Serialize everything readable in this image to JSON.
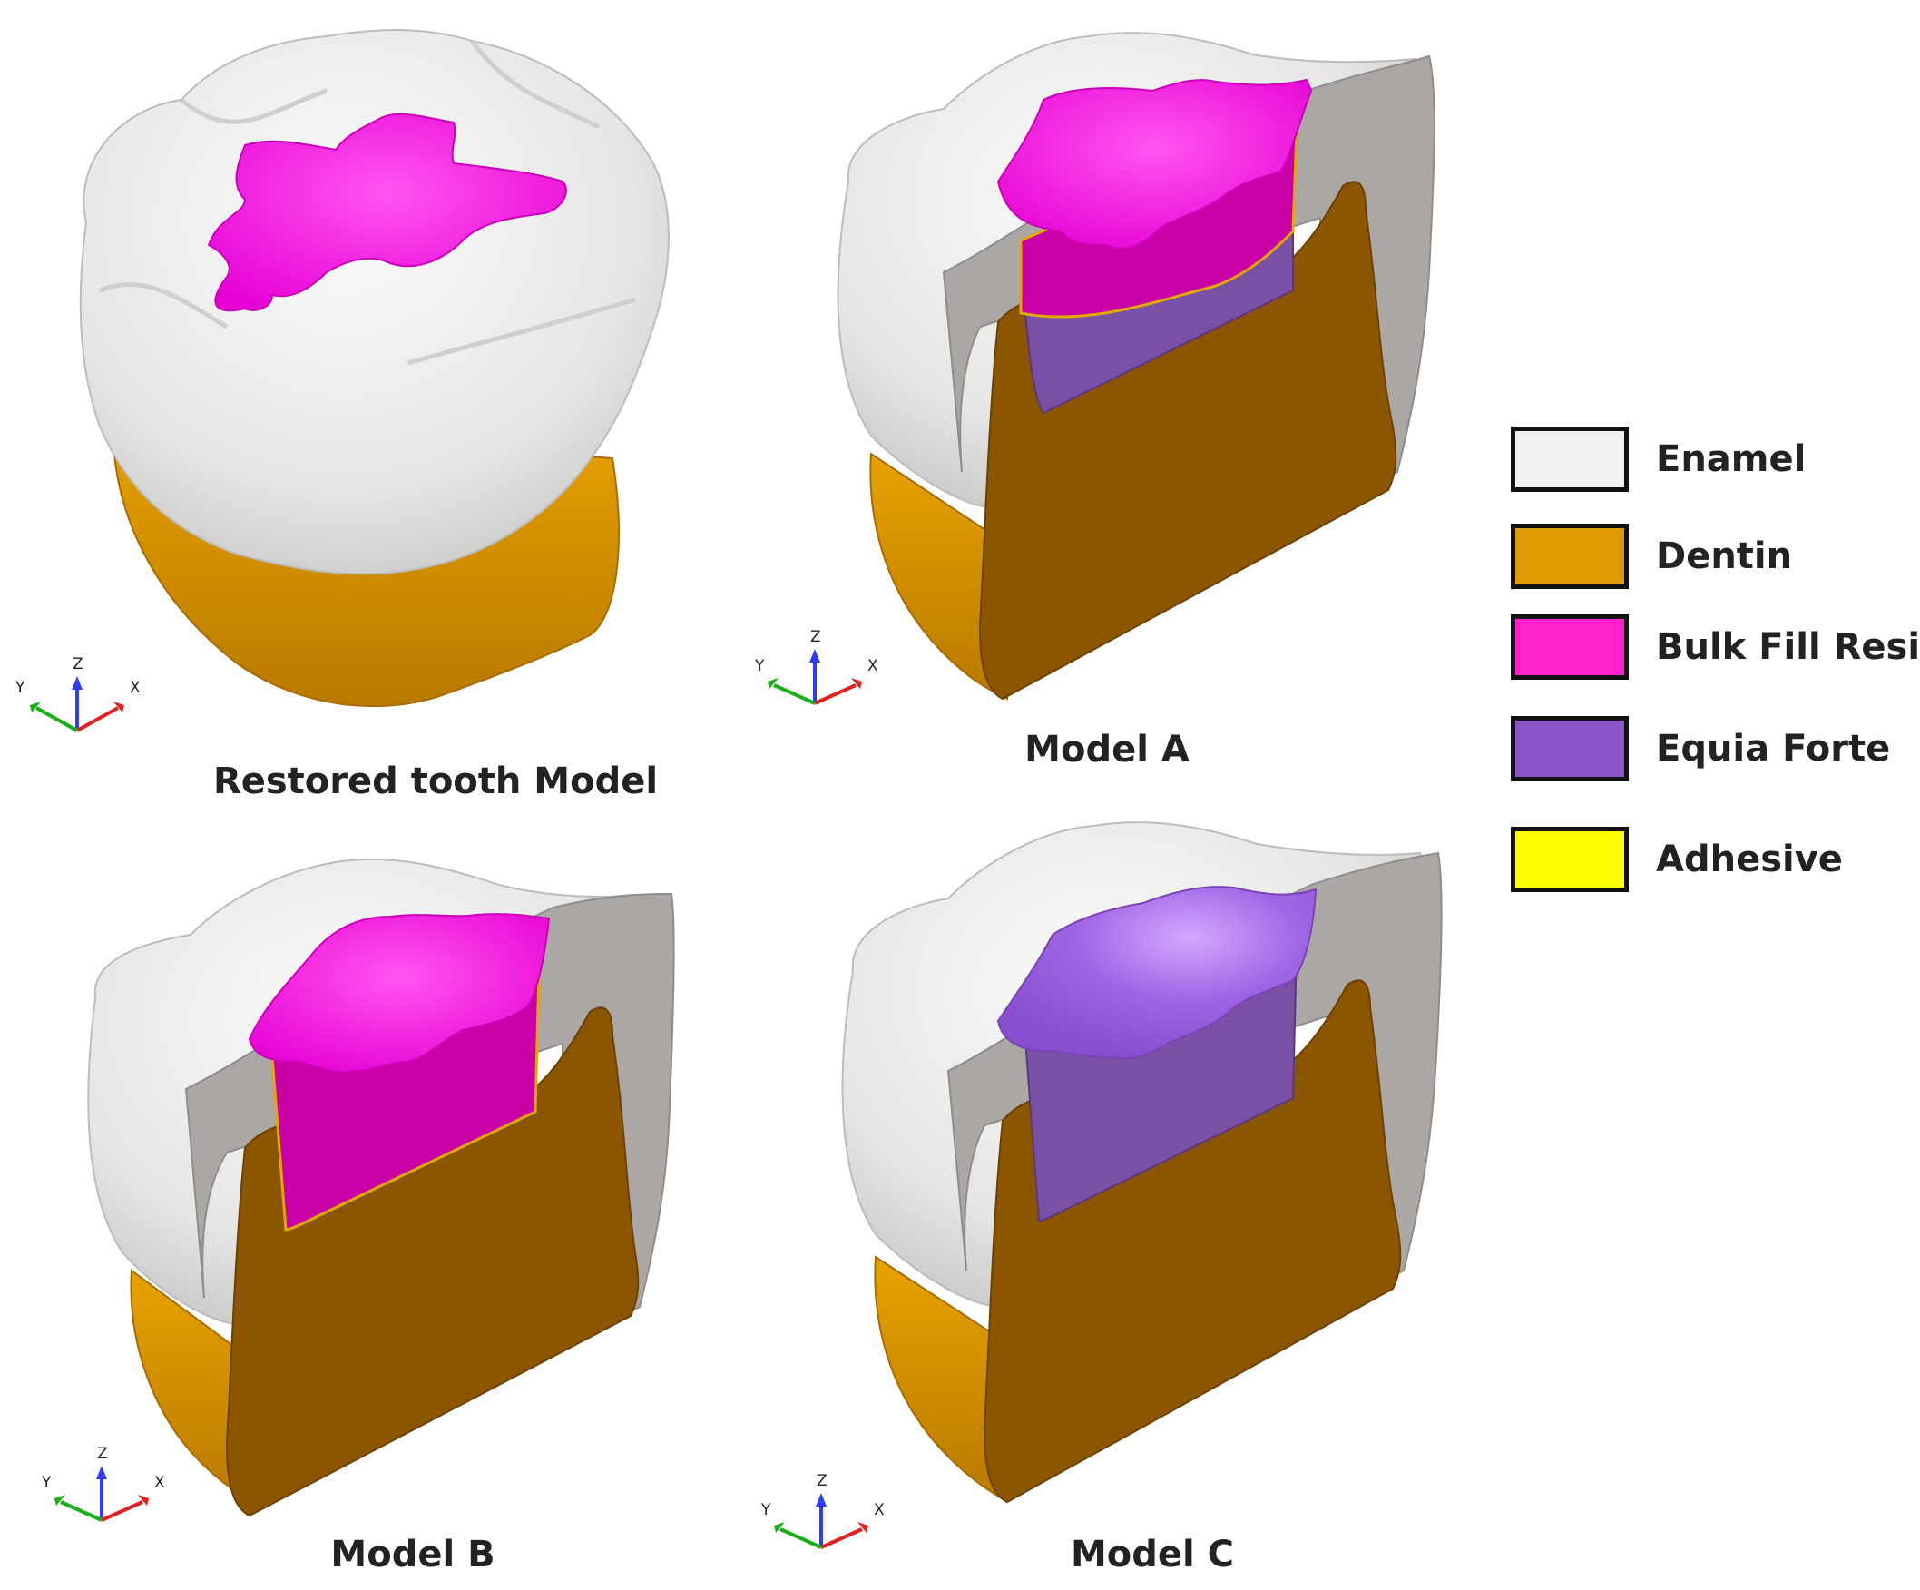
{
  "captions": {
    "restored": "Restored tooth Model",
    "model_a": "Model A",
    "model_b": "Model B",
    "model_c": "Model C"
  },
  "axes": {
    "x": "X",
    "y": "Y",
    "z": "Z"
  },
  "legend": [
    {
      "label": "Enamel",
      "color": "#f0f0f0"
    },
    {
      "label": "Dentin",
      "color": "#de9a00"
    },
    {
      "label": "Bulk Fill Resin",
      "color": "#ff22cc"
    },
    {
      "label": "Equia Forte",
      "color": "#8a55c8"
    },
    {
      "label": "Adhesive",
      "color": "#ffff00"
    }
  ],
  "colors": {
    "enamel_surface": "#e8e8e6",
    "enamel_section": "#aaa7a5",
    "dentin_surface": "#de9a00",
    "dentin_section": "#8c5500",
    "bulk_fill_surface": "#ff22e6",
    "bulk_fill_section": "#c800a6",
    "equia_surface": "#a064e0",
    "equia_section": "#7a50a6",
    "adhesive": "#ffff00"
  }
}
